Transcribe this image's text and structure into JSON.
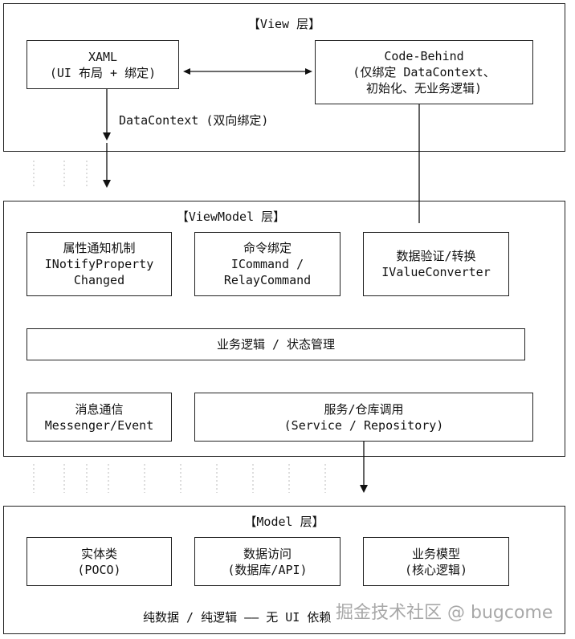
{
  "view_layer": {
    "title": "【View 层】",
    "xaml": {
      "line1": "XAML",
      "line2": "(UI 布局 + 绑定)"
    },
    "code_behind": {
      "line1": "Code-Behind",
      "line2": "(仅绑定 DataContext、",
      "line3": "初始化、无业务逻辑)"
    },
    "datacontext_label": "DataContext (双向绑定)"
  },
  "viewmodel_layer": {
    "title": "【ViewModel 层】",
    "property_notify": {
      "line1": "属性通知机制",
      "line2": "INotifyProperty",
      "line3": "Changed"
    },
    "command_binding": {
      "line1": "命令绑定",
      "line2": "ICommand /",
      "line3": "RelayCommand"
    },
    "validation": {
      "line1": "数据验证/转换",
      "line2": "IValueConverter"
    },
    "business_logic": "业务逻辑 / 状态管理",
    "messaging": {
      "line1": "消息通信",
      "line2": "Messenger/Event"
    },
    "service_call": {
      "line1": "服务/仓库调用",
      "line2": "(Service / Repository)"
    }
  },
  "model_layer": {
    "title": "【Model 层】",
    "entity": {
      "line1": "实体类",
      "line2": "(POCO)"
    },
    "data_access": {
      "line1": "数据访问",
      "line2": "(数据库/API)"
    },
    "business_model": {
      "line1": "业务模型",
      "line2": "(核心逻辑)"
    },
    "footer": "纯数据 / 纯逻辑 —— 无 UI 依赖"
  },
  "watermark": "掘金技术社区 @ bugcome"
}
